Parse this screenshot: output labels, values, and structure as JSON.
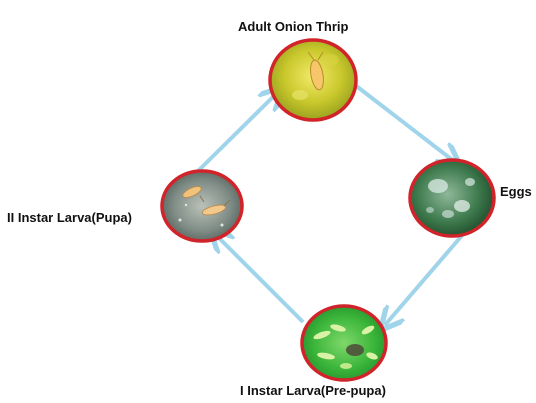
{
  "colors": {
    "arrow": "#9fd4ea",
    "border": "#d1242a"
  },
  "stages": {
    "adult": {
      "label": "Adult Onion Thrip",
      "icon": "adult-thrip-photo"
    },
    "eggs": {
      "label": "Eggs",
      "icon": "eggs-on-leaf-photo"
    },
    "prepupa": {
      "label": "I Instar Larva(Pre-pupa)",
      "icon": "first-instar-larvae-photo"
    },
    "pupa": {
      "label": "II Instar Larva(Pupa)",
      "icon": "second-instar-larvae-photo"
    }
  }
}
